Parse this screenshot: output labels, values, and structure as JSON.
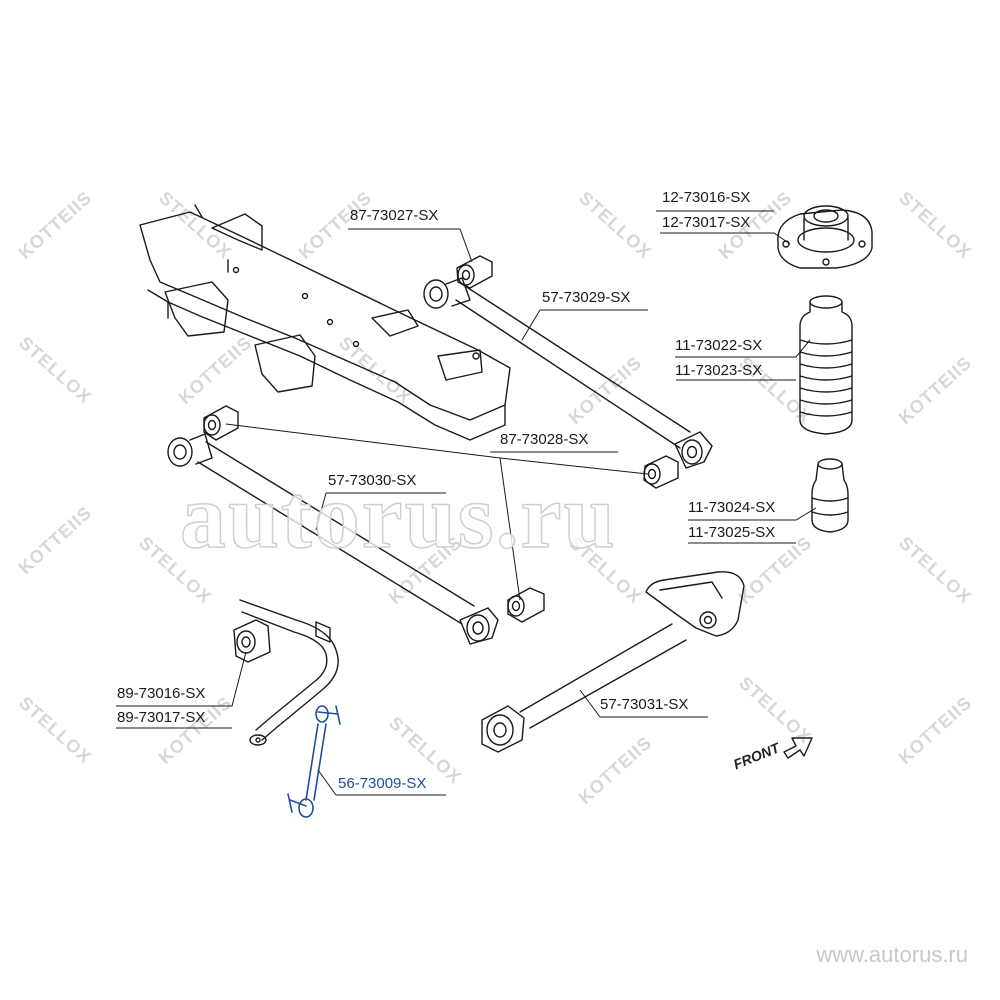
{
  "watermarks": {
    "brand_a": "STELLOX",
    "brand_b": "KOTTEIIS",
    "big_text": "autorus.ru",
    "site_url": "www.autorus.ru"
  },
  "direction": {
    "label": "FRONT"
  },
  "part_numbers": {
    "bushing_upper_arm": "87-73027-SX",
    "upper_arm": "57-73029-SX",
    "bushing_lower_arm": "87-73028-SX",
    "lower_arm": "57-73030-SX",
    "strut_mount_a": "12-73016-SX",
    "strut_mount_b": "12-73017-SX",
    "dust_boot_a": "11-73022-SX",
    "dust_boot_b": "11-73023-SX",
    "bump_stop_a": "11-73024-SX",
    "bump_stop_b": "11-73025-SX",
    "trailing_arm": "57-73031-SX",
    "stabilizer_bushing_a": "89-73016-SX",
    "stabilizer_bushing_b": "89-73017-SX",
    "stabilizer_link": "56-73009-SX"
  },
  "colors": {
    "line": "#1a1a1a",
    "highlight": "#1f4f9a",
    "watermark": "#d7d7d7"
  }
}
